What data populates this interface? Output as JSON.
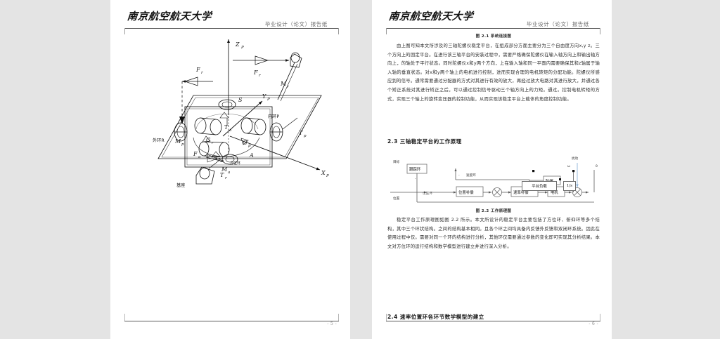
{
  "app": {
    "background_color": "#e4e4e4",
    "page_color": "#ffffff"
  },
  "pages": [
    {
      "id": "page-left",
      "header": {
        "university": "南京航空航天大学",
        "report_label": "毕业设计（论文）报告纸"
      },
      "footer": {
        "page_number": "- 5 -"
      },
      "figure": {
        "name": "three-axis-gyro-stabilized-platform",
        "labels": {
          "z_axis": "Z",
          "z_sub": "P",
          "y_axis": "Y",
          "y_sub": "P",
          "x_axis": "X",
          "x_sub": "P",
          "force_r": "F",
          "force_r_sub": "r",
          "force_left": "F",
          "moment_r": "M",
          "moment_r_sub": "r",
          "moment_p": "M",
          "moment_p_sub": "p",
          "moment_a": "M",
          "moment_a_sub": "a",
          "force_a": "F",
          "force_a_sub": "a",
          "torque_p": "T",
          "torque_p_sub": "p",
          "torque_r": "T",
          "torque_r_sub": "r",
          "torque_s": "T",
          "torque_s_sub": "a",
          "gyro_r": "G",
          "gyro_r_sub": "r",
          "gyro_p": "G",
          "gyro_p_sub": "p",
          "gyro_a": "G",
          "gyro_a_sub": "a",
          "sensor_s": "S",
          "point_a": "A",
          "inner_ring": "内环P",
          "outer_ring": "外环R",
          "base": "基座",
          "azimuth_ring": "方位环"
        }
      }
    },
    {
      "id": "page-right",
      "header": {
        "university": "南京航空航天大学",
        "report_label": "毕业设计（论文）报告纸"
      },
      "footer": {
        "page_number": "- 6 -"
      },
      "figure_caption_top": "图 2.1 系统连接图",
      "paragraph_1": "由上图可知本文所涉及的三轴陀螺仪稳定平台，在组成部分方面主要分为三个自由度方向x,y z。三个方向上的固定平台。在进行该三轴平台的安装过程中，需要严格确保陀螺仪在输入轴方向上和输出轴方向上，的轴处于平行状态。同时陀螺仪x和y两个方向，上在输入轴和同一平面内需要确保其和z轴属于输入轴的垂直状态。对x和y两个轴上的电机进行控制，进而实现合理的电机转矩的分配功能。陀螺仪所感应到的信号。通常需要通过分配器的方式对其进行有效的放大，再经过放大电路对其进行放大，并通过各个矫正系统对其进行矫正之后，可以通过控制信号驱动三个轴方向上的力矩。通过。控制电机转矩的方式，实现三个轴上的旋转变压器的控制功能，从而实现该稳定平台上载体的角度控制功能。",
      "section_2_3": "2.3  三轴稳定平台的工作原理",
      "figure_caption_mid": "图 2.2 工作原理图",
      "paragraph_2": "稳定平台工作原理图如图 2.2 所示。本文所设计的稳定平台主要包括了方位环、俯仰环等多个结构，其中三个环状结构。之间的结构基本相同。且各个环之间均具备内反馈外反馈和双闭环系统。因此在使用过程中仅。需要对同一个环的结构进行分析，其他环仅需要通过参数的变化即可实现其分析结果。本文对方位环的运行结构和数学模型进行建立并进行深入分析。",
      "section_2_4": "2.4  速率位置环各环节数学模型的建立",
      "block_diagram": {
        "name": "working-principle-block-diagram",
        "nodes": [
          {
            "key": "target",
            "label": "目标"
          },
          {
            "key": "tracking_loop",
            "label": "跟踪环"
          },
          {
            "key": "position",
            "label": "位置"
          },
          {
            "key": "position_loop",
            "label": "位置环"
          },
          {
            "key": "position_comp",
            "label": "位置补偿"
          },
          {
            "key": "velocity_loop",
            "label": "速度环"
          },
          {
            "key": "rate_comp",
            "label": "速率补偿"
          },
          {
            "key": "motor",
            "label": "电机"
          },
          {
            "key": "gyro",
            "label": "陀螺"
          },
          {
            "key": "platform_load",
            "label": "平台负载"
          },
          {
            "key": "integrator",
            "label": "1/s"
          },
          {
            "key": "disturbance",
            "label": "扰动"
          },
          {
            "key": "omega",
            "label": "ω"
          },
          {
            "key": "theta",
            "label": "θ"
          }
        ],
        "minus_signs": [
          "-",
          "-"
        ]
      }
    }
  ]
}
